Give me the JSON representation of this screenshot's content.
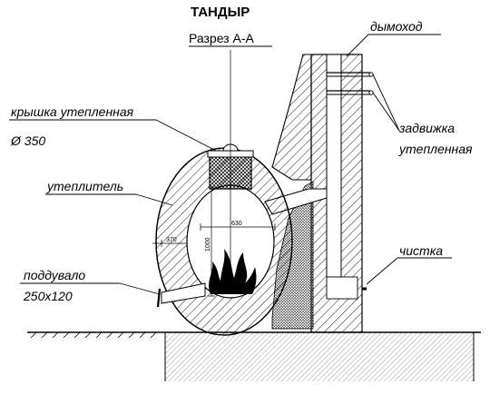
{
  "title": "ТАНДЫР",
  "subtitle": "Разрез А-А",
  "labels": {
    "chimney": "дымоход",
    "damper_line1": "задвижка",
    "damper_line2": "утепленная",
    "cleanout": "чистка",
    "lid": "крышка утепленная",
    "lid_diameter": "Ø 350",
    "insulation": "утеплитель",
    "ash_pit_line1": "поддувало",
    "ash_pit_line2": "250х120"
  },
  "dimensions": {
    "width": "630",
    "height": "1000",
    "wall": "370"
  },
  "colors": {
    "line": "#000000",
    "background": "#ffffff"
  },
  "icons": {
    "flame": "flame-icon"
  }
}
